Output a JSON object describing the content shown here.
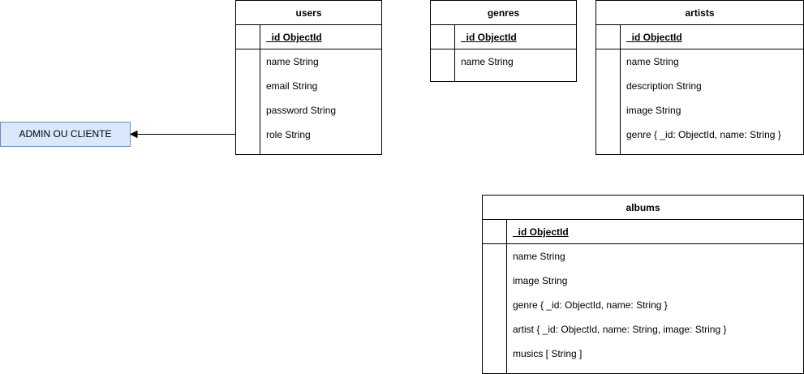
{
  "entities": [
    {
      "key": "users",
      "title": "users",
      "pk": "_id ObjectId",
      "fields": [
        "name String",
        "email String",
        "password String",
        "role String"
      ]
    },
    {
      "key": "genres",
      "title": "genres",
      "pk": "_id ObjectId",
      "fields": [
        "name String"
      ]
    },
    {
      "key": "artists",
      "title": "artists",
      "pk": "_id ObjectId",
      "fields": [
        "name String",
        "description String",
        "image String",
        "genre { _id: ObjectId, name: String }"
      ]
    },
    {
      "key": "albums",
      "title": "albums",
      "pk": "_id ObjectId",
      "fields": [
        "name String",
        "image String",
        "genre { _id: ObjectId, name: String }",
        "artist { _id: ObjectId, name: String, image: String }",
        "musics [ String ]"
      ]
    }
  ],
  "role_box": {
    "label": "ADMIN OU CLIENTE",
    "fill_color": "#dae8fc",
    "stroke_color": "#6c8ebf"
  }
}
